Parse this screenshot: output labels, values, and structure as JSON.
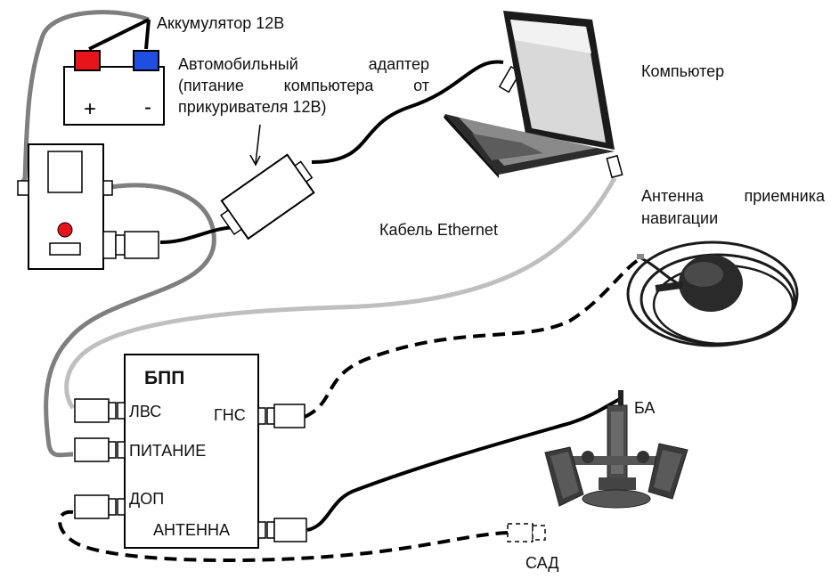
{
  "labels": {
    "battery": "Аккумулятор 12В",
    "plus": "+",
    "minus": "-",
    "adapter_line1": "Автомобильный адаптер",
    "adapter_line2": "(питание компьютера от",
    "adapter_line3": "прикуривателя 12В)",
    "computer": "Компьютер",
    "ethernet": "Кабель Ethernet",
    "antenna_line1": "Антенна приемника",
    "antenna_line2": "навигации",
    "bpp": "БПП",
    "lvs": "ЛВС",
    "gns": "ГНС",
    "power": "ПИТАНИЕ",
    "dop": "ДОП",
    "antenna_port": "АНТЕННА",
    "ba": "БА",
    "sad": "САД"
  },
  "colors": {
    "line": "#000000",
    "gray_cable": "#7f7f7f",
    "light_cable": "#bfbfbf",
    "battery_plus": "#e8141b",
    "battery_minus": "#1f4fe0",
    "indicator": "#e8141b"
  }
}
